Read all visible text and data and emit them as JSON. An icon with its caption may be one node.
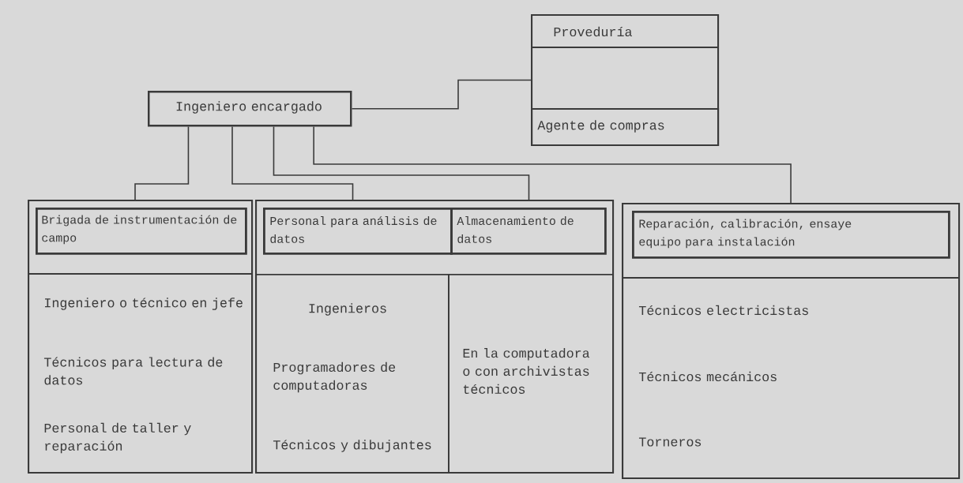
{
  "diagram": {
    "nodes": [
      {
        "text": [
          "Ingeniero encargado"
        ]
      },
      {
        "text": [
          "Proveduría"
        ]
      },
      {
        "text": [
          "Agente de compras"
        ],
        "in": 1
      },
      {
        "text": [
          "Ingeniero o técnico en jefe",
          "Técnicos para lectura de datos",
          "Personal de taller y reparación"
        ]
      },
      {
        "text": [
          "Brigada de instrumentación de campo"
        ],
        "in": 3
      },
      {
        "text": [],
        "shape": "box"
      },
      {
        "text": [
          "Personal para análisis de datos"
        ],
        "in": 5
      },
      {
        "text": [
          "Almacenamiento de datos"
        ],
        "in": 5
      },
      {
        "text": [
          "Ingenieros",
          "Programadores de computadoras",
          "Técnicos y dibujantes"
        ],
        "in": 5
      },
      {
        "text": [
          "En la computadora o con archivistas técnicos"
        ],
        "in": 5
      },
      {
        "text": [
          "Técnicos electricistas",
          "Técnicos mecánicos",
          "Torneros"
        ]
      },
      {
        "text": [
          "Reparación, calibración, ensaye equipo para instalación"
        ],
        "in": 10
      }
    ],
    "edges": [
      {
        "from": 0,
        "to": 1,
        "arrow": "none"
      },
      {
        "from": 0,
        "to": 3,
        "arrow": "none"
      },
      {
        "from": 0,
        "to": 5,
        "arrow": "none"
      },
      {
        "from": 0,
        "to": 5,
        "arrow": "none"
      },
      {
        "from": 0,
        "to": 10,
        "arrow": "none"
      }
    ]
  }
}
